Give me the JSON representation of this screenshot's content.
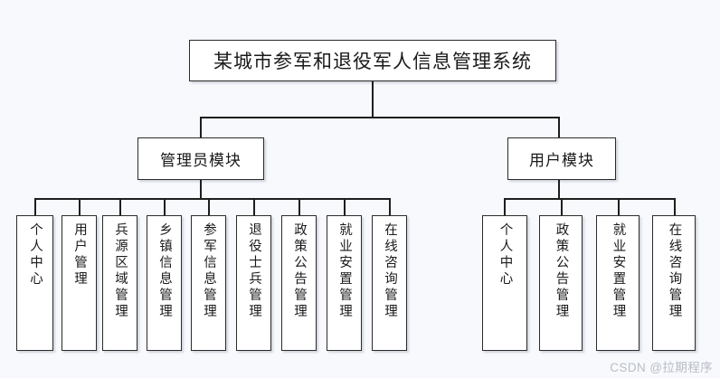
{
  "diagram": {
    "type": "org-chart",
    "root": {
      "label": "某城市参军和退役军人信息管理系统"
    },
    "branches": [
      {
        "key": "admin",
        "label": "管理员模块",
        "children": [
          {
            "label": "个人中心"
          },
          {
            "label": "用户管理"
          },
          {
            "label": "兵源区域管理"
          },
          {
            "label": "乡镇信息管理"
          },
          {
            "label": "参军信息管理"
          },
          {
            "label": "退役士兵管理"
          },
          {
            "label": "政策公告管理"
          },
          {
            "label": "就业安置管理"
          },
          {
            "label": "在线咨询管理"
          }
        ]
      },
      {
        "key": "user",
        "label": "用户模块",
        "children": [
          {
            "label": "个人中心"
          },
          {
            "label": "政策公告管理"
          },
          {
            "label": "就业安置管理"
          },
          {
            "label": "在线咨询管理"
          }
        ]
      }
    ]
  },
  "watermark": {
    "text": "CSDN @拉期程序"
  },
  "colors": {
    "background": "#f7f9fc",
    "box_fill": "#ffffff",
    "box_border": "#2b2b2b",
    "line": "#1e1e1e",
    "text": "#1a1a1a",
    "watermark": "#b9bec6"
  }
}
